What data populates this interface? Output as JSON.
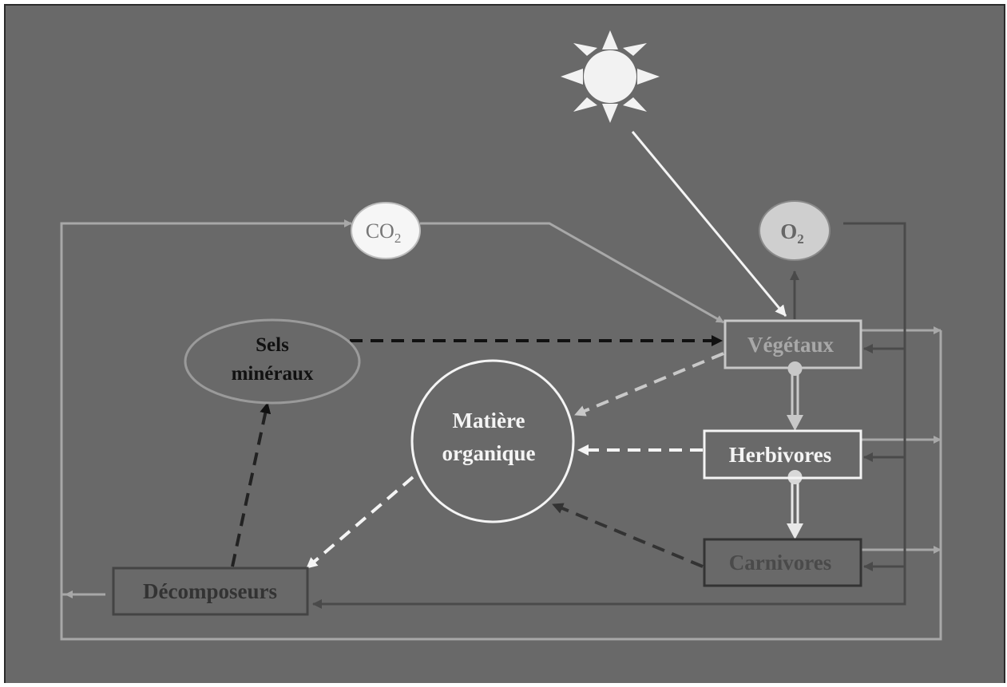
{
  "nodes": {
    "co2": {
      "main": "CO",
      "sub": "2"
    },
    "o2": {
      "main": "O",
      "sub": "2"
    },
    "vegetaux": "Végétaux",
    "herbivores": "Herbivores",
    "carnivores": "Carnivores",
    "decomposeurs": "Décomposeurs",
    "sels_line1": "Sels",
    "sels_line2": "minéraux",
    "matiere_line1": "Matière",
    "matiere_line2": "organique"
  },
  "colors": {
    "background": "#696969",
    "frame": "#2b2b2b",
    "sun": "#f2f2f2",
    "light_line": "#a8a8a8",
    "dark_line": "#4a4a4a",
    "white": "#f4f4f4",
    "black": "#111111"
  }
}
